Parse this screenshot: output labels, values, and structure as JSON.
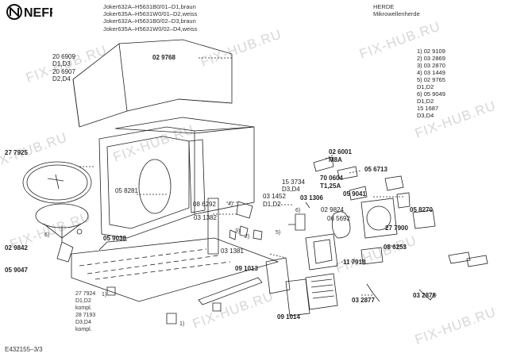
{
  "brand": "NEFF",
  "header_models": [
    "Joker632A–H5631B0/01–D1,braun",
    "Joker635A–H5631W0/01–D2,weiss",
    "Joker632A–H5631B0/02–D3,braun",
    "Joker635A–H5631W0/02–D4,weiss"
  ],
  "category": {
    "line1": "HERDE",
    "line2": "Mikrowellenherde"
  },
  "legend": [
    "1)  02 9109",
    "2)  03 2869",
    "3)  03 2870",
    "4)  03 1449",
    "5)  02 9765",
    "      D1,D2",
    "6)  05 9049",
    "      D1,D2",
    "      15 1687",
    "      D3,D4"
  ],
  "parts": {
    "p209609": "20 6909",
    "p209609_var": "D1,D3",
    "p206907": "20 6907",
    "p206907_var": "D2,D4",
    "p029768": "02 9768",
    "p277925": "27 7925",
    "p058281": "05 8281",
    "p086292": "08 6292",
    "p031382": "03 1382",
    "p031452": "03 1452",
    "p031452_var": "D1,D2",
    "p153734": "15 3734",
    "p153734_var": "D3,D4",
    "p031306": "03 1306",
    "p026001": "02 6001",
    "p026001_sub": "M8A",
    "p700604": "70 0604",
    "p700604_sub": "T1,25A",
    "p056713": "05 6713",
    "p059041": "05 9041",
    "p058270": "05 8270",
    "p029824": "02 9824",
    "p065692": "06 5692",
    "p277900": "27 7900",
    "p086253": "08 6253",
    "p117918": "11 7918",
    "p059038": "05 9038",
    "p031381": "03 1381",
    "p029842": "02 9842",
    "p059047": "05 9047",
    "p091013": "09 1013",
    "p091014": "09 1014",
    "p032877": "03 2877",
    "p032878": "03 2878",
    "p277924": "27 7924",
    "p277924_var": "D1,D2",
    "p277924_k": "kompl.",
    "p287193": "28 7193",
    "p287193_var": "D3,D4",
    "p287193_k": "kompl."
  },
  "callouts": {
    "c1": "1)",
    "c2": "2)",
    "c3": "3)",
    "c4": "4)",
    "c5": "5)",
    "c6": "6)"
  },
  "footer": "E432155–3/3",
  "watermark": "FIX-HUB.RU"
}
